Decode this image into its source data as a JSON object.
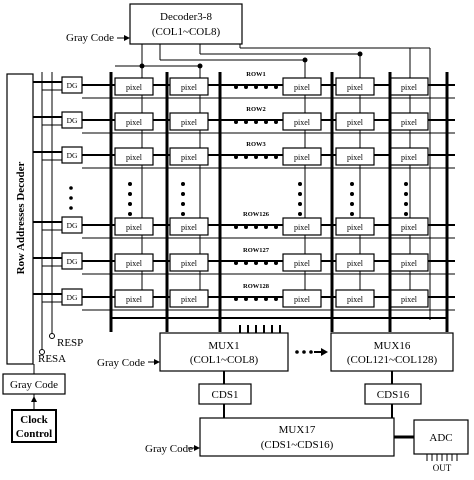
{
  "decoder": {
    "title": "Decoder3-8",
    "sub": "(COL1~COL8)",
    "input": "Gray Code"
  },
  "row_decoder": {
    "label": "Row Addresses Decoder"
  },
  "signals": {
    "resp": "RESP",
    "resa": "RESA"
  },
  "gray_code_box": "Gray Code",
  "clock_control": {
    "line1": "Clock",
    "line2": "Control"
  },
  "rows": [
    {
      "dg": "DG",
      "label": "ROW1"
    },
    {
      "dg": "DG",
      "label": "ROW2"
    },
    {
      "dg": "DG",
      "label": "ROW3"
    },
    {
      "dg": "DG",
      "label": "ROW126"
    },
    {
      "dg": "DG",
      "label": "ROW127"
    },
    {
      "dg": "DG",
      "label": "ROW128"
    }
  ],
  "pixel_label": "pixel",
  "mux1": {
    "title": "MUX1",
    "sub": "(COL1~COL8)",
    "input": "Gray Code"
  },
  "mux16": {
    "title": "MUX16",
    "sub": "(COL121~COL128)"
  },
  "cds1": "CDS1",
  "cds16": "CDS16",
  "mux17": {
    "title": "MUX17",
    "sub": "(CDS1~CDS16)",
    "input": "Gray Code"
  },
  "adc": {
    "label": "ADC",
    "out": "OUT"
  },
  "ellipsis": "● ● ● ● ● ●"
}
